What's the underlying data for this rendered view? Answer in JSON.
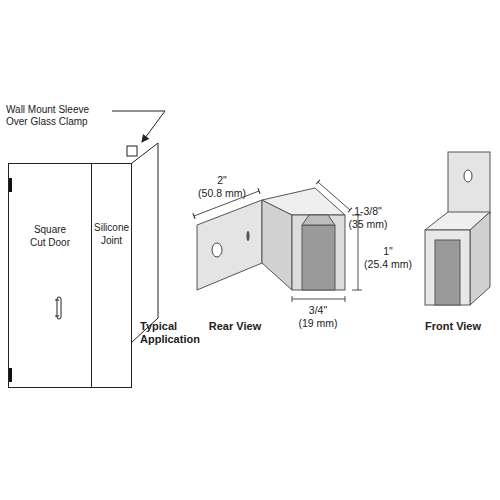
{
  "diagram": {
    "nodes": [
      {
        "text": [
          "Square Cut Door"
        ]
      },
      {
        "text": [
          "Silicone Joint"
        ]
      }
    ],
    "labels": [
      "Wall Mount Sleeve Over Glass Clamp",
      "Typical Application",
      "2\"",
      "(50.8 mm)",
      "1-3/8\"",
      "(35 mm)",
      "1\"",
      "(25.4 mm)",
      "3/4\"",
      "(19 mm)",
      "Rear View",
      "Front View"
    ]
  }
}
